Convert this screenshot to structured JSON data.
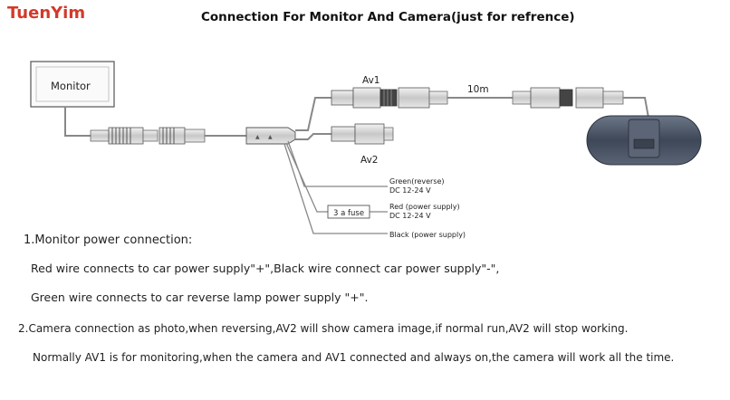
{
  "brand": "TuenYim",
  "title": "Connection For Monitor And Camera(just for refrence)",
  "diagram": {
    "monitor_label": "Monitor",
    "av1_label": "Av1",
    "av2_label": "Av2",
    "cable_length": "10m",
    "fuse_label": "3 a fuse",
    "green_line1": "Green(reverse)",
    "green_line2": "DC 12-24 V",
    "red_line1": "Red (power supply)",
    "red_line2": "DC 12-24 V",
    "black_line": "Black (power supply)"
  },
  "instructions": {
    "line1": "1.Monitor power connection:",
    "line2": "Red wire connects to car power supply\"+\",Black wire connect car power supply\"-\",",
    "line3": "Green wire connects to car reverse lamp power supply \"+\".",
    "line4": "2.Camera connection as photo,when reversing,AV2 will show camera image,if normal run,AV2 will stop working.",
    "line5": "Normally AV1 is for monitoring,when the camera and AV1 connected and always on,the camera will work all the time."
  },
  "colors": {
    "brand_red": "#d23a2a",
    "camera_body": "#4a5566",
    "wire": "#888888"
  }
}
